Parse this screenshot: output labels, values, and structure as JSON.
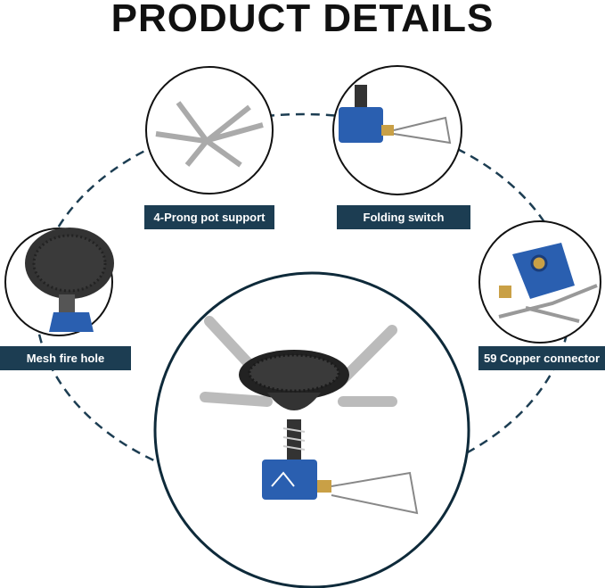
{
  "title": "PRODUCT DETAILS",
  "labels": {
    "pot_support": "4-Prong pot support",
    "folding_switch": "Folding switch",
    "mesh_fire_hole": "Mesh fire hole",
    "copper_connector": "59 Copper connector"
  },
  "colors": {
    "label_bg": "#1c3d52",
    "stove_blue": "#2a5fb0",
    "brass": "#c9a046"
  }
}
